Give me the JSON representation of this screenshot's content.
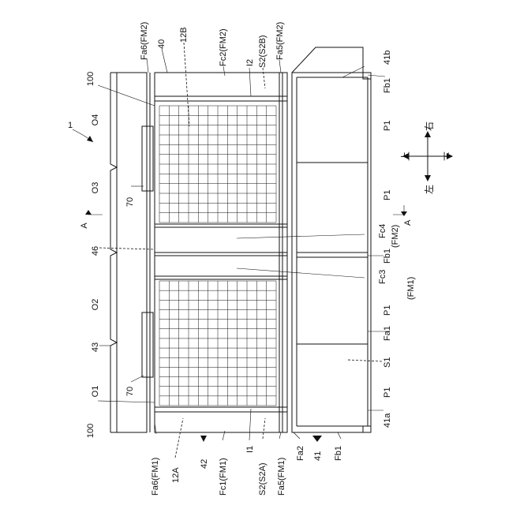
{
  "figure": {
    "ref_1": "1",
    "ref_40": "40",
    "ref_41": "41",
    "ref_42": "42",
    "ref_43": "43",
    "ref_46": "46",
    "ref_70_top": "70",
    "ref_70_bottom": "70",
    "ref_100_top": "100",
    "ref_100_bottom": "100",
    "O4": "O4",
    "O3": "O3",
    "O2": "O2",
    "O1": "O1",
    "A_left": "A",
    "A_right": "A",
    "top_labels": {
      "fa6_fm2": "Fa6(FM2)",
      "l12b": "12B",
      "fc2_fm2": "Fc2(FM2)",
      "i2": "I2",
      "s2_s2b": "S2(S2B)",
      "fa5_fm2": "Fa5(FM2)"
    },
    "bottom_labels": {
      "fa6_fm1": "Fa6(FM1)",
      "l12a": "12A",
      "fc1_fm1": "Fc1(FM1)",
      "i1": "I1",
      "s2_s2a": "S2(S2A)",
      "fa5_fm1": "Fa5(FM1)",
      "fa2": "Fa2",
      "fb1": "Fb1"
    },
    "right_labels": {
      "l41b": "41b",
      "fb1_top": "Fb1",
      "p1_a": "P1",
      "p1_b": "P1",
      "fc4": "Fc4",
      "fm2": "(FM2)",
      "fb1_mid": "Fb1",
      "fc3": "Fc3",
      "fm1": "(FM1)",
      "p1_c": "P1",
      "fa1": "Fa1",
      "s1": "S1",
      "p1_d": "P1",
      "l41a": "41a"
    },
    "compass": {
      "right": "右",
      "up": "上",
      "down": "下",
      "left": "左"
    }
  }
}
